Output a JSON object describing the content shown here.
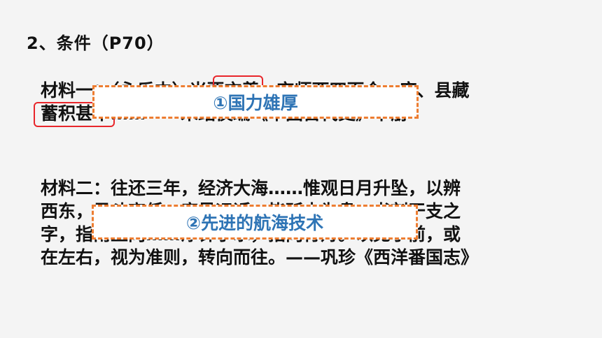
{
  "heading": "2、条件（P70）",
  "material1": {
    "lines": [
      "材料一：（永乐中）米粟充羡，京师西四百仓，府、县藏",
      "蓄积甚丰……——朱绍侯编《中国古代史》下册"
    ]
  },
  "material2": {
    "lines": [
      "材料二：往还三年，经济大海……惟观日月升坠，以辨",
      "西东，星斗高低，度量远近。皆斫木为盘，书刻干支之",
      "字，指南正向……浮针于水，指向行舟。以见于前，或",
      "在左右，视为准则，转向而往。——巩珍《西洋番国志》"
    ]
  },
  "answers": [
    {
      "label": "①国力雄厚"
    },
    {
      "label": "②先进的航海技术"
    }
  ],
  "colors": {
    "answer_text": "#2e74b5",
    "answer_border": "#ed7d31",
    "highlight_border": "#e8262b",
    "background": "#f4f4f4"
  }
}
